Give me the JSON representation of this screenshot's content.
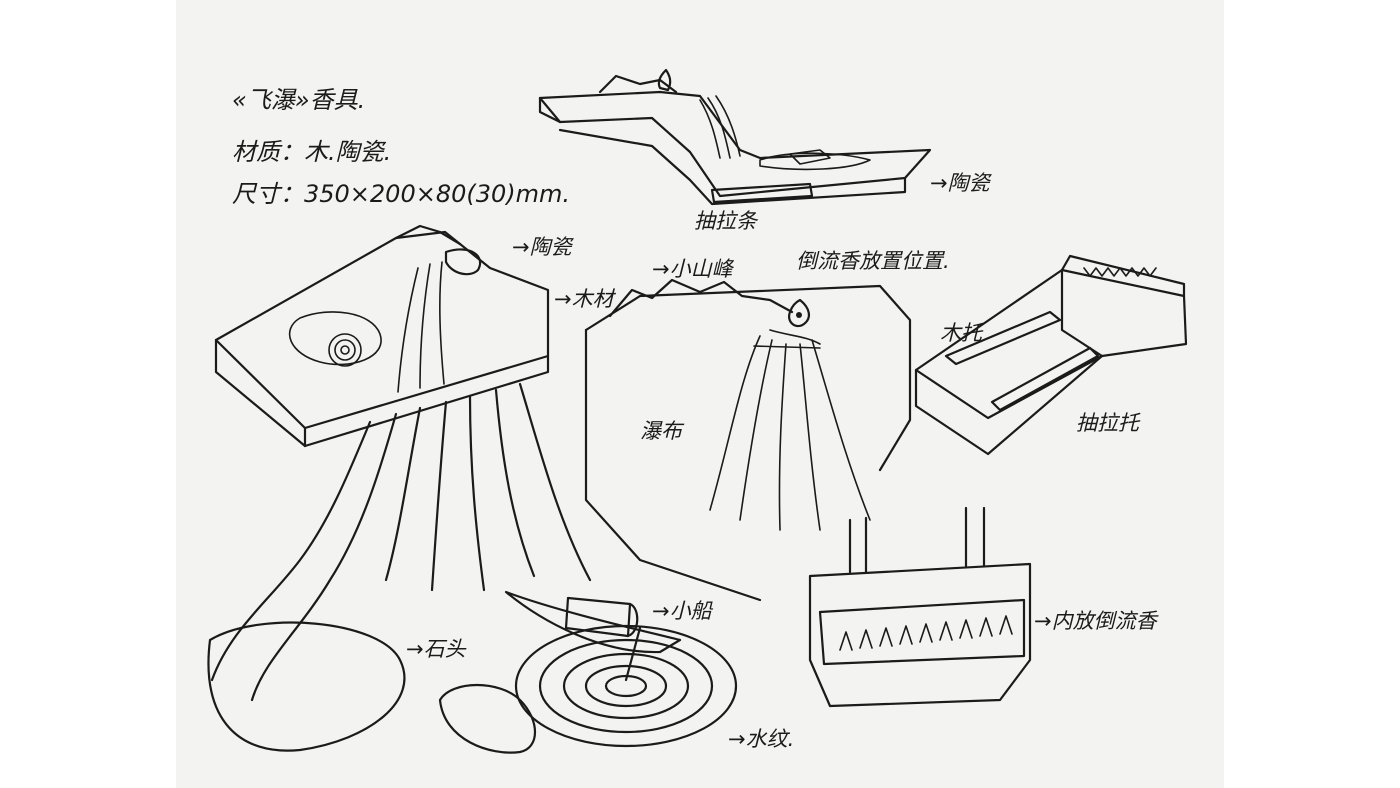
{
  "notes": {
    "title": "«飞瀑»香具.",
    "material": "材质：木.陶瓷.",
    "size": "尺寸：350×200×80(30)mm."
  },
  "labels": {
    "top_ceramic": "→陶瓷",
    "top_drawer_strip": "抽拉条",
    "left_ceramic": "→陶瓷",
    "left_wood": "→木材",
    "small_peak": "→小山峰",
    "backflow_position": "倒流香放置位置.",
    "waterfall": "瀑布",
    "wood_tray": "木托",
    "drawer_tray": "抽拉托",
    "boat": "→小船",
    "rock": "→石头",
    "ripples": "→水纹.",
    "inner_backflow": "→内放倒流香"
  }
}
